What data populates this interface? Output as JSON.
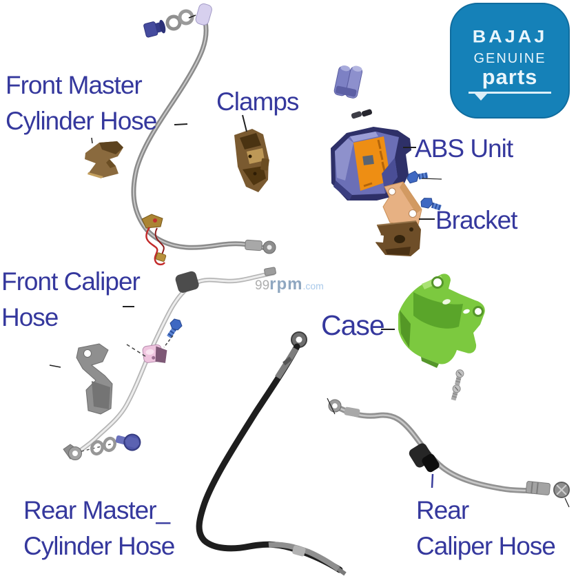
{
  "logo": {
    "brand": "BAJAJ",
    "genuine": "GENUINE",
    "parts": "parts"
  },
  "watermark": {
    "prefix": "99",
    "mid": "rpm",
    "suffix": ".com"
  },
  "labels": {
    "front_master_line1": "Front Master",
    "front_master_line2": "Cylinder Hose",
    "clamps": "Clamps",
    "abs_unit": "ABS Unit",
    "bracket": "Bracket",
    "front_caliper_line1": "Front Caliper",
    "front_caliper_line2": "Hose",
    "case": "Case",
    "rear_master_line1": "Rear Master_",
    "rear_master_line2": "Cylinder Hose",
    "rear_caliper_line1": "Rear",
    "rear_caliper_line2": "Caliper Hose"
  },
  "colors": {
    "label_text": "#35389d",
    "logo_bg": "#1581b8",
    "logo_text": "#e9f5fb",
    "abs_purple": "#6b6fb6",
    "abs_orange": "#ee8e13",
    "case_green": "#7cc93f",
    "bracket_tan": "#e7b183",
    "bolt_blue": "#3e68c2",
    "hose_gray": "#8f8f8f",
    "hose_black": "#1e1e1e"
  }
}
